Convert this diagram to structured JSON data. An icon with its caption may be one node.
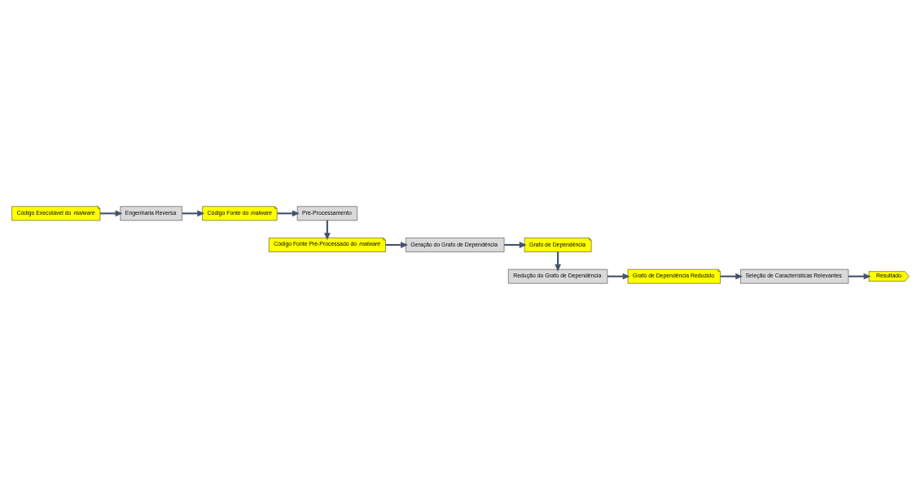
{
  "diagram": {
    "nodes": [
      {
        "text": [
          "Código Executável do *malware*"
        ]
      },
      {
        "text": [
          "Engenharia Reversa"
        ]
      },
      {
        "text": [
          "Código Fonte do *malware*"
        ]
      },
      {
        "text": [
          "Pré-Processamento"
        ]
      },
      {
        "text": [
          "Código Fonte Pré-Processado do *malware*"
        ]
      },
      {
        "text": [
          "Geração do Grafo de Dependência"
        ]
      },
      {
        "text": [
          "Grafo de Dependência"
        ]
      },
      {
        "text": [
          "Redução do Grafo de Dependência"
        ]
      },
      {
        "text": [
          "Grafo de Dependência Reduzido"
        ]
      },
      {
        "text": [
          "Seleção de Características Relevantes"
        ]
      },
      {
        "text": [
          "Resultado"
        ]
      }
    ],
    "edges": [
      {
        "from": 0,
        "to": 1,
        "arrow": "to"
      },
      {
        "from": 1,
        "to": 2,
        "arrow": "to"
      },
      {
        "from": 2,
        "to": 3,
        "arrow": "to"
      },
      {
        "from": 3,
        "to": 4,
        "arrow": "to"
      },
      {
        "from": 4,
        "to": 5,
        "arrow": "to"
      },
      {
        "from": 5,
        "to": 6,
        "arrow": "to"
      },
      {
        "from": 6,
        "to": 7,
        "arrow": "to"
      },
      {
        "from": 7,
        "to": 8,
        "arrow": "to"
      },
      {
        "from": 8,
        "to": 9,
        "arrow": "to"
      },
      {
        "from": 9,
        "to": 10,
        "arrow": "to"
      }
    ]
  }
}
